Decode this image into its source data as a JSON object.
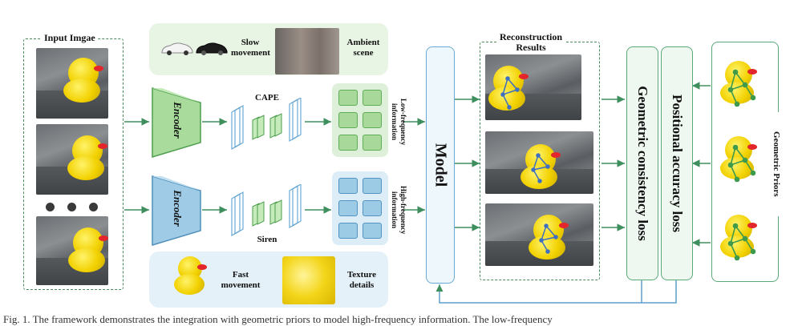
{
  "input": {
    "title": "Input Imgae"
  },
  "slow_panel": {
    "slow_label": "Slow\nmovement",
    "ambient_label": "Ambient\nscene"
  },
  "fast_panel": {
    "fast_label": "Fast\nmovement",
    "texture_label": "Texture\ndetails"
  },
  "encoders": {
    "top": "Encoder",
    "bottom": "Encoder"
  },
  "cape_label": "CAPE",
  "siren_label": "Siren",
  "low_freq_label": "Low-frequency\ninformation",
  "high_freq_label": "High-frequency\ninformation",
  "model_label": "Model",
  "reconstruction": {
    "title": "Reconstruction\nResults"
  },
  "losses": {
    "geometric": "Geometric consistency loss",
    "positional": "Positional accuracy loss"
  },
  "priors_label": "Geometric Priors",
  "caption": "Fig. 1.  The framework demonstrates the integration with geometric priors to model high-frequency information. The low-frequency",
  "colors": {
    "green": "#5aa878",
    "blue": "#5f9fcc",
    "arrow": "#3f8f5e"
  }
}
